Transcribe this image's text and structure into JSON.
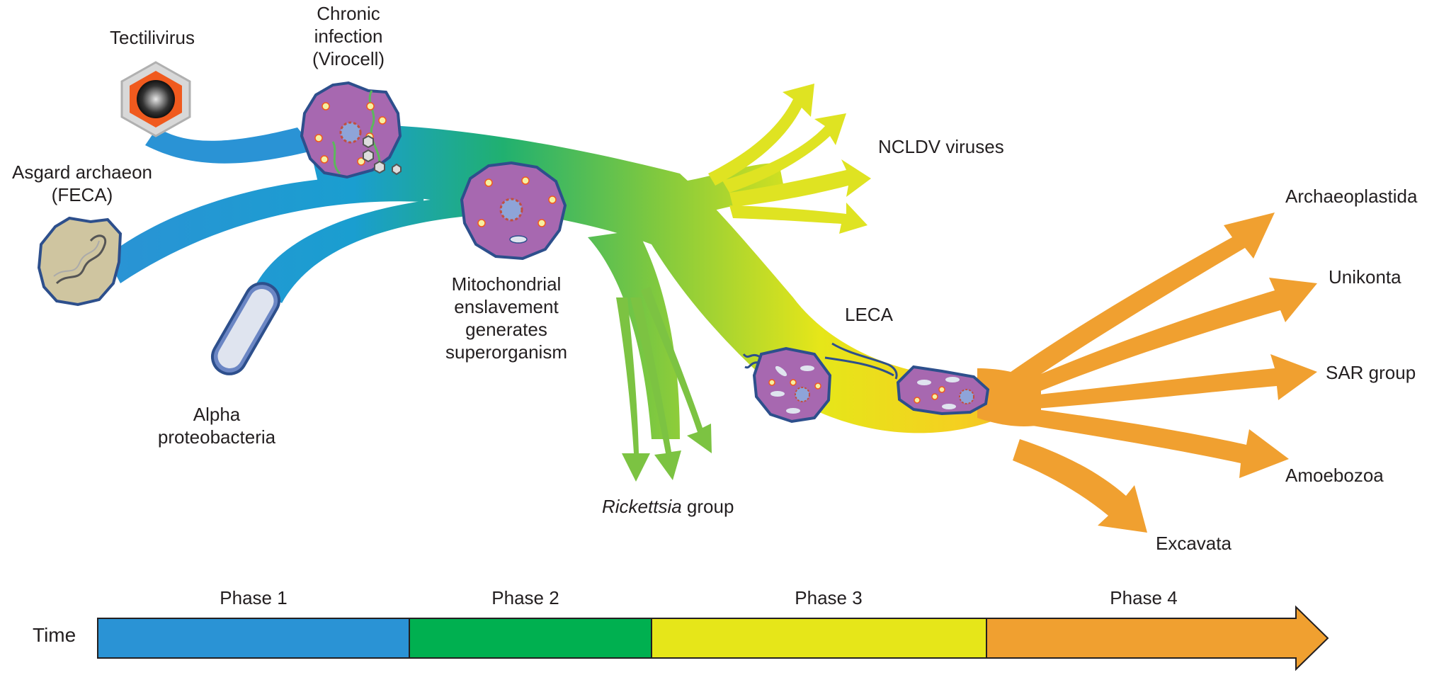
{
  "labels": {
    "tectilivirus": "Tectilivirus",
    "chronic_1": "Chronic",
    "chronic_2": "infection",
    "chronic_3": "(Virocell)",
    "asgard_1": "Asgard archaeon",
    "asgard_2": "(FECA)",
    "alpha_1": "Alpha",
    "alpha_2": "proteobacteria",
    "mito_1": "Mitochondrial",
    "mito_2": "enslavement",
    "mito_3": "generates",
    "mito_4": "superorganism",
    "rickettsia_italic": "Rickettsia",
    "rickettsia_rest": " group",
    "ncldv": "NCLDV viruses",
    "leca": "LECA",
    "archaeoplastida": "Archaeoplastida",
    "unikonta": "Unikonta",
    "sar": "SAR group",
    "amoebozoa": "Amoebozoa",
    "excavata": "Excavata"
  },
  "timeline": {
    "time_label": "Time",
    "phases": [
      "Phase 1",
      "Phase 2",
      "Phase 3",
      "Phase 4"
    ]
  },
  "colors": {
    "phase1": "#2a93d5",
    "phase2": "#00b050",
    "phase3": "#e6e619",
    "phase4": "#f0a030",
    "cell_fill": "#a768b0",
    "cell_stroke": "#2d4f8c",
    "archaeon_fill": "#cfc5a0",
    "bacterium_fill": "#dfe4ef",
    "virus_orange": "#f05a1e"
  }
}
